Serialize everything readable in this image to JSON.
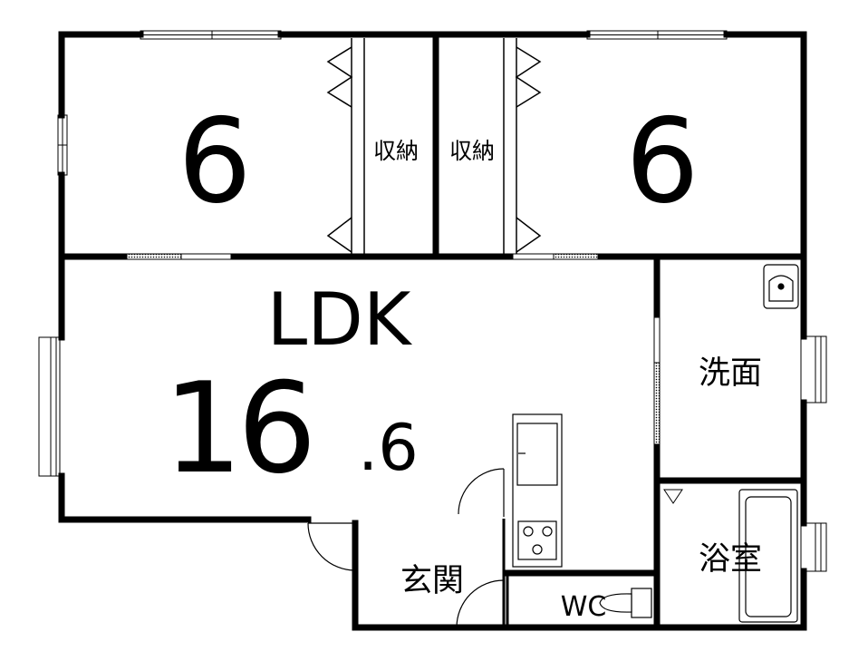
{
  "rooms": {
    "western_left": {
      "size": "6"
    },
    "western_right": {
      "size": "6"
    },
    "closet_left": {
      "label": "収納"
    },
    "closet_right": {
      "label": "収納"
    },
    "ldk": {
      "label": "LDK",
      "size_int": "16",
      "size_dec": ".6"
    },
    "washroom": {
      "label": "洗面"
    },
    "bathroom": {
      "label": "浴室"
    },
    "entrance": {
      "label": "玄関"
    },
    "toilet": {
      "label": "WC"
    }
  }
}
